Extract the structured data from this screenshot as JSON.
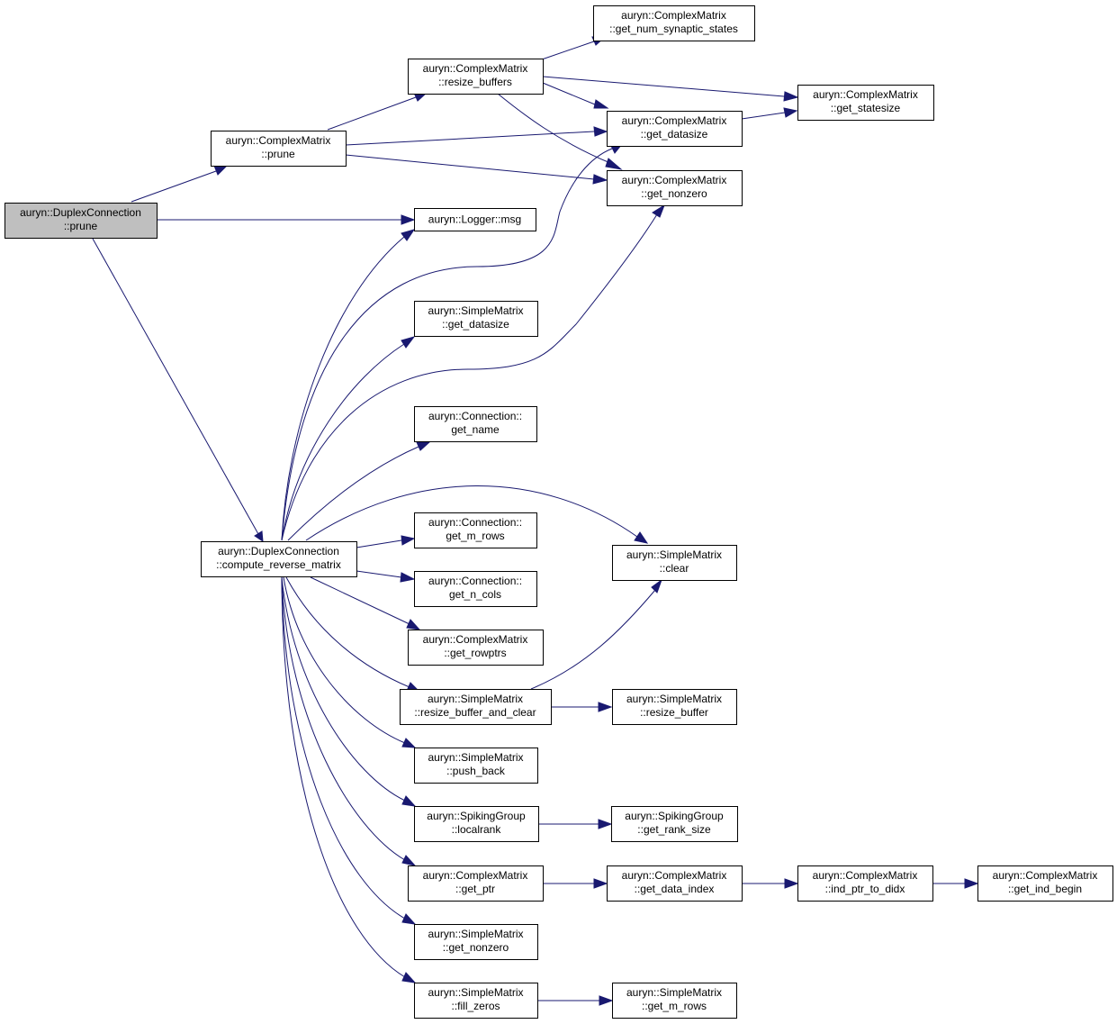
{
  "nodes": [
    {
      "id": "dc_prune",
      "l1": "auryn::DuplexConnection",
      "l2": "::prune"
    },
    {
      "id": "cm_prune",
      "l1": "auryn::ComplexMatrix",
      "l2": "::prune"
    },
    {
      "id": "cm_resize_buffers",
      "l1": "auryn::ComplexMatrix",
      "l2": "::resize_buffers"
    },
    {
      "id": "cm_get_num_syn",
      "l1": "auryn::ComplexMatrix",
      "l2": "::get_num_synaptic_states"
    },
    {
      "id": "cm_get_statesize",
      "l1": "auryn::ComplexMatrix",
      "l2": "::get_statesize"
    },
    {
      "id": "cm_get_datasize",
      "l1": "auryn::ComplexMatrix",
      "l2": "::get_datasize"
    },
    {
      "id": "cm_get_nonzero",
      "l1": "auryn::ComplexMatrix",
      "l2": "::get_nonzero"
    },
    {
      "id": "logger_msg",
      "l1": "auryn::Logger::msg",
      "l2": ""
    },
    {
      "id": "sm_get_datasize",
      "l1": "auryn::SimpleMatrix",
      "l2": "::get_datasize"
    },
    {
      "id": "conn_get_name",
      "l1": "auryn::Connection::",
      "l2": "get_name"
    },
    {
      "id": "dc_compute_rev",
      "l1": "auryn::DuplexConnection",
      "l2": "::compute_reverse_matrix"
    },
    {
      "id": "conn_get_m_rows",
      "l1": "auryn::Connection::",
      "l2": "get_m_rows"
    },
    {
      "id": "sm_clear",
      "l1": "auryn::SimpleMatrix",
      "l2": "::clear"
    },
    {
      "id": "conn_get_n_cols",
      "l1": "auryn::Connection::",
      "l2": "get_n_cols"
    },
    {
      "id": "cm_get_rowptrs",
      "l1": "auryn::ComplexMatrix",
      "l2": "::get_rowptrs"
    },
    {
      "id": "sm_resize_buf_clear",
      "l1": "auryn::SimpleMatrix",
      "l2": "::resize_buffer_and_clear"
    },
    {
      "id": "sm_resize_buffer",
      "l1": "auryn::SimpleMatrix",
      "l2": "::resize_buffer"
    },
    {
      "id": "sm_push_back",
      "l1": "auryn::SimpleMatrix",
      "l2": "::push_back"
    },
    {
      "id": "sg_localrank",
      "l1": "auryn::SpikingGroup",
      "l2": "::localrank"
    },
    {
      "id": "sg_get_rank_size",
      "l1": "auryn::SpikingGroup",
      "l2": "::get_rank_size"
    },
    {
      "id": "cm_get_ptr",
      "l1": "auryn::ComplexMatrix",
      "l2": "::get_ptr"
    },
    {
      "id": "cm_get_data_index",
      "l1": "auryn::ComplexMatrix",
      "l2": "::get_data_index"
    },
    {
      "id": "cm_ind_ptr_to_didx",
      "l1": "auryn::ComplexMatrix",
      "l2": "::ind_ptr_to_didx"
    },
    {
      "id": "cm_get_ind_begin",
      "l1": "auryn::ComplexMatrix",
      "l2": "::get_ind_begin"
    },
    {
      "id": "sm_get_nonzero",
      "l1": "auryn::SimpleMatrix",
      "l2": "::get_nonzero"
    },
    {
      "id": "sm_fill_zeros",
      "l1": "auryn::SimpleMatrix",
      "l2": "::fill_zeros"
    },
    {
      "id": "sm_get_m_rows",
      "l1": "auryn::SimpleMatrix",
      "l2": "::get_m_rows"
    }
  ],
  "edges": [
    [
      "dc_prune",
      "cm_prune"
    ],
    [
      "dc_prune",
      "logger_msg"
    ],
    [
      "dc_prune",
      "dc_compute_rev"
    ],
    [
      "cm_prune",
      "cm_resize_buffers"
    ],
    [
      "cm_prune",
      "cm_get_datasize"
    ],
    [
      "cm_prune",
      "cm_get_nonzero"
    ],
    [
      "cm_resize_buffers",
      "cm_get_num_syn"
    ],
    [
      "cm_resize_buffers",
      "cm_get_statesize"
    ],
    [
      "cm_resize_buffers",
      "cm_get_datasize"
    ],
    [
      "cm_resize_buffers",
      "cm_get_nonzero"
    ],
    [
      "cm_get_datasize",
      "cm_get_statesize"
    ],
    [
      "dc_compute_rev",
      "logger_msg"
    ],
    [
      "dc_compute_rev",
      "cm_get_datasize"
    ],
    [
      "dc_compute_rev",
      "sm_get_datasize"
    ],
    [
      "dc_compute_rev",
      "cm_get_nonzero"
    ],
    [
      "dc_compute_rev",
      "conn_get_name"
    ],
    [
      "dc_compute_rev",
      "sm_clear"
    ],
    [
      "dc_compute_rev",
      "conn_get_m_rows"
    ],
    [
      "dc_compute_rev",
      "conn_get_n_cols"
    ],
    [
      "dc_compute_rev",
      "cm_get_rowptrs"
    ],
    [
      "dc_compute_rev",
      "sm_resize_buf_clear"
    ],
    [
      "dc_compute_rev",
      "sm_push_back"
    ],
    [
      "dc_compute_rev",
      "sg_localrank"
    ],
    [
      "dc_compute_rev",
      "cm_get_ptr"
    ],
    [
      "dc_compute_rev",
      "sm_get_nonzero"
    ],
    [
      "dc_compute_rev",
      "sm_fill_zeros"
    ],
    [
      "sm_resize_buf_clear",
      "sm_clear"
    ],
    [
      "sm_resize_buf_clear",
      "sm_resize_buffer"
    ],
    [
      "sg_localrank",
      "sg_get_rank_size"
    ],
    [
      "cm_get_ptr",
      "cm_get_data_index"
    ],
    [
      "cm_get_data_index",
      "cm_ind_ptr_to_didx"
    ],
    [
      "cm_ind_ptr_to_didx",
      "cm_get_ind_begin"
    ],
    [
      "sm_fill_zeros",
      "sm_get_m_rows"
    ]
  ]
}
